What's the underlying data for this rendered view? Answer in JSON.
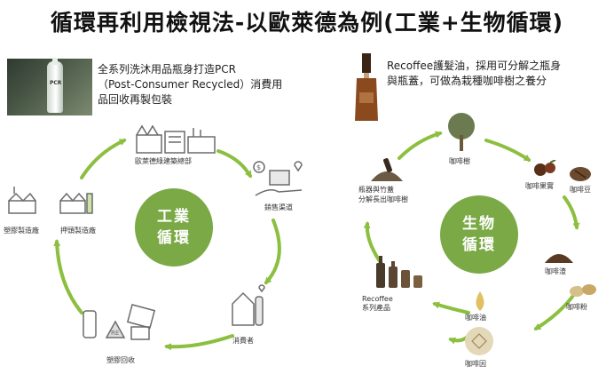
{
  "title": "循環再利用檢視法-以歐萊德為例(工業+生物循環)",
  "left": {
    "description": {
      "line1": "全系列洗沐用品瓶身打造PCR",
      "line2": "（Post-Consumer Recycled）消費用",
      "line3": "品回收再製包裝"
    },
    "photo_text": "PCR",
    "hub": {
      "line1": "工業",
      "line2": "循環"
    },
    "nodes": {
      "building": "歐萊德綠建築總部",
      "sales": "銷售渠道",
      "consumer": "消費者",
      "recycling": "塑膠回收",
      "plastic_factory": "塑膠製造廠",
      "pump_factory": "押頭製造廠"
    }
  },
  "right": {
    "description": {
      "line1": "Recoffee護髮油，採用可分解之瓶身",
      "line2": "與瓶蓋，可做為栽種咖啡樹之養分"
    },
    "hub": {
      "line1": "生物",
      "line2": "循環"
    },
    "nodes": {
      "tree": "咖啡樹",
      "fruit": "咖啡果實",
      "bean": "咖啡豆",
      "grounds": "咖啡渣",
      "powder": "咖啡粉",
      "oil": "咖啡油",
      "caffeine": "咖啡因",
      "products_line1": "Recoffee",
      "products_line2": "系列產品",
      "bottle_line1": "瓶器與竹蓋",
      "bottle_line2": "分解長出咖啡樹"
    }
  },
  "colors": {
    "green": "#7aa945",
    "arrow": "#8cbf3f",
    "icon_gray": "#6b6b6b"
  }
}
